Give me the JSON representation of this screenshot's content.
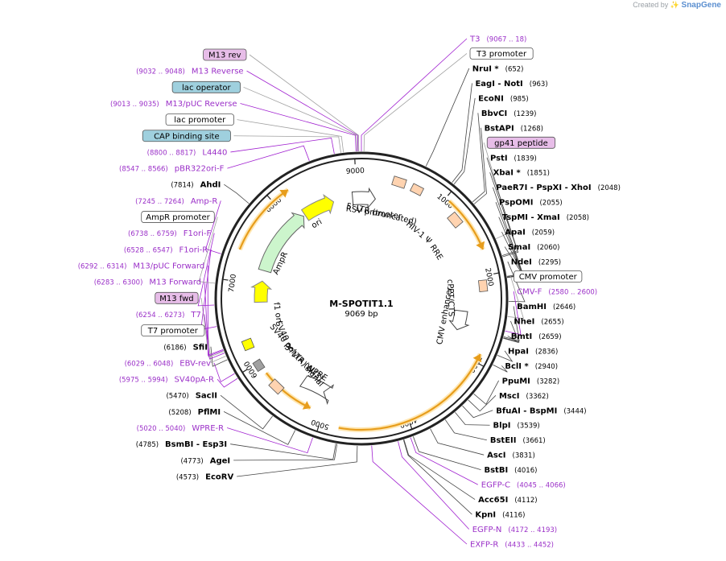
{
  "credit": {
    "prefix": "Created by",
    "brand": "SnapGene",
    "icon": "snapgene-logo-icon"
  },
  "plasmid": {
    "name": "M-SPOTIT1.1",
    "length": "9069 bp"
  },
  "colors": {
    "enzyme": "#000000",
    "primer": "#9b30c8",
    "feature_line": "#a0a0a0",
    "primer_line": "#a020d0",
    "ring": "#222222",
    "arrow_orange": "#e79d1c",
    "arrow_fill": "#ffe7b3",
    "promoter_box": "#ffffff",
    "operator_box": "#9fd0de",
    "sig_box": "#e7bde8"
  },
  "ticks": [
    {
      "label": "1000",
      "deg": 40.0
    },
    {
      "label": "2000",
      "deg": 79.4
    },
    {
      "label": "3000",
      "deg": 119.0
    },
    {
      "label": "4000",
      "deg": 158.8
    },
    {
      "label": "5000",
      "deg": 198.5
    },
    {
      "label": "6000",
      "deg": 238.2
    },
    {
      "label": "7000",
      "deg": 277.9
    },
    {
      "label": "8000",
      "deg": 317.6
    },
    {
      "label": "9000",
      "deg": 357.3
    }
  ],
  "right_labels": [
    {
      "name": "T3",
      "pos": "(9067 .. 18)",
      "kind": "primer",
      "deg": 0.0,
      "order": "name-first"
    },
    {
      "name": "T3 promoter",
      "pos": "",
      "kind": "promoter",
      "deg": 1.0
    },
    {
      "name": "NruI *",
      "pos": "(652)",
      "kind": "enzyme",
      "deg": 26.0
    },
    {
      "name": "EagI  - NotI",
      "pos": "(963)",
      "kind": "enzyme",
      "deg": 38.0
    },
    {
      "name": "EcoNI",
      "pos": "(985)",
      "kind": "enzyme",
      "deg": 39.0
    },
    {
      "name": "BbvCI",
      "pos": "(1239)",
      "kind": "enzyme",
      "deg": 49.0
    },
    {
      "name": "BstAPI",
      "pos": "(1268)",
      "kind": "enzyme",
      "deg": 50.0
    },
    {
      "name": "gp41 peptide",
      "pos": "",
      "kind": "signal",
      "deg": 66.0
    },
    {
      "name": "PstI",
      "pos": "(1839)",
      "kind": "enzyme",
      "deg": 73.0
    },
    {
      "name": "XbaI *",
      "pos": "(1851)",
      "kind": "enzyme",
      "deg": 73.5
    },
    {
      "name": "PaeR7I  - PspXI  - XhoI",
      "pos": "(2048)",
      "kind": "enzyme",
      "deg": 81.3
    },
    {
      "name": "PspOMI",
      "pos": "(2055)",
      "kind": "enzyme",
      "deg": 81.6
    },
    {
      "name": "TspMI  - XmaI",
      "pos": "(2058)",
      "kind": "enzyme",
      "deg": 81.7
    },
    {
      "name": "ApaI",
      "pos": "(2059)",
      "kind": "enzyme",
      "deg": 81.7
    },
    {
      "name": "SmaI",
      "pos": "(2060)",
      "kind": "enzyme",
      "deg": 81.8
    },
    {
      "name": "NdeI",
      "pos": "(2295)",
      "kind": "enzyme",
      "deg": 91.1
    },
    {
      "name": "CMV promoter",
      "pos": "",
      "kind": "promoter",
      "deg": 97.0
    },
    {
      "name": "CMV-F",
      "pos": "(2580 .. 2600)",
      "kind": "primer",
      "deg": 102.7
    },
    {
      "name": "BamHI",
      "pos": "(2646)",
      "kind": "enzyme",
      "deg": 105.0
    },
    {
      "name": "NheI",
      "pos": "(2655)",
      "kind": "enzyme",
      "deg": 105.4
    },
    {
      "name": "BmtI",
      "pos": "(2659)",
      "kind": "enzyme",
      "deg": 105.6
    },
    {
      "name": "HpaI",
      "pos": "(2836)",
      "kind": "enzyme",
      "deg": 112.6
    },
    {
      "name": "BclI *",
      "pos": "(2940)",
      "kind": "enzyme",
      "deg": 116.7
    },
    {
      "name": "PpuMI",
      "pos": "(3282)",
      "kind": "enzyme",
      "deg": 130.3
    },
    {
      "name": "MscI",
      "pos": "(3362)",
      "kind": "enzyme",
      "deg": 133.5
    },
    {
      "name": "BfuAI  - BspMI",
      "pos": "(3444)",
      "kind": "enzyme",
      "deg": 136.7
    },
    {
      "name": "BlpI",
      "pos": "(3539)",
      "kind": "enzyme",
      "deg": 140.5
    },
    {
      "name": "BstEII",
      "pos": "(3661)",
      "kind": "enzyme",
      "deg": 145.3
    },
    {
      "name": "AscI",
      "pos": "(3831)",
      "kind": "enzyme",
      "deg": 152.1
    },
    {
      "name": "BstBI",
      "pos": "(4016)",
      "kind": "enzyme",
      "deg": 159.4
    },
    {
      "name": "EGFP-C",
      "pos": "(4045 .. 4066)",
      "kind": "primer",
      "deg": 160.5
    },
    {
      "name": "Acc65I",
      "pos": "(4112)",
      "kind": "enzyme",
      "deg": 163.2
    },
    {
      "name": "KpnI",
      "pos": "(4116)",
      "kind": "enzyme",
      "deg": 163.4
    },
    {
      "name": "EGFP-N",
      "pos": "(4172 .. 4193)",
      "kind": "primer",
      "deg": 165.6
    },
    {
      "name": "EXFP-R",
      "pos": "(4433 .. 4452)",
      "kind": "primer",
      "deg": 176.0
    }
  ],
  "left_labels": [
    {
      "name": "EcoRV",
      "pos": "(4573)",
      "kind": "enzyme",
      "deg": 181.6
    },
    {
      "name": "AgeI",
      "pos": "(4773)",
      "kind": "enzyme",
      "deg": 189.5
    },
    {
      "name": "BsmBI  - Esp3I",
      "pos": "(4785)",
      "kind": "enzyme",
      "deg": 190.0
    },
    {
      "name": "WPRE-R",
      "pos": "(5020 .. 5040)",
      "kind": "primer",
      "deg": 199.3
    },
    {
      "name": "PflMI",
      "pos": "(5208)",
      "kind": "enzyme",
      "deg": 206.7
    },
    {
      "name": "SacII",
      "pos": "(5470)",
      "kind": "enzyme",
      "deg": 217.1
    },
    {
      "name": "SV40pA-R",
      "pos": "(5975 .. 5994)",
      "kind": "primer",
      "deg": 237.2
    },
    {
      "name": "EBV-rev",
      "pos": "(6029 .. 6048)",
      "kind": "primer",
      "deg": 239.4
    },
    {
      "name": "SfiI",
      "pos": "(6186)",
      "kind": "enzyme",
      "deg": 245.5
    },
    {
      "name": "T7 promoter",
      "pos": "",
      "kind": "promoter",
      "deg": 247.0
    },
    {
      "name": "T7",
      "pos": "(6254 .. 6273)",
      "kind": "primer",
      "deg": 248.3
    },
    {
      "name": "M13 fwd",
      "pos": "",
      "kind": "signal",
      "deg": 249.0
    },
    {
      "name": "M13 Forward",
      "pos": "(6283 .. 6300)",
      "kind": "primer",
      "deg": 249.4
    },
    {
      "name": "M13/pUC Forward",
      "pos": "(6292 .. 6314)",
      "kind": "primer",
      "deg": 249.8
    },
    {
      "name": "F1ori-R",
      "pos": "(6528 .. 6547)",
      "kind": "primer",
      "deg": 259.1
    },
    {
      "name": "F1ori-F",
      "pos": "(6738 .. 6759)",
      "kind": "primer",
      "deg": 267.5
    },
    {
      "name": "AmpR promoter",
      "pos": "",
      "kind": "promoter",
      "deg": 276.0
    },
    {
      "name": "Amp-R",
      "pos": "(7245 .. 7264)",
      "kind": "primer",
      "deg": 287.7
    },
    {
      "name": "AhdI",
      "pos": "(7814)",
      "kind": "enzyme",
      "deg": 310.2
    },
    {
      "name": "pBR322ori-F",
      "pos": "(8547 .. 8566)",
      "kind": "primer",
      "deg": 339.3
    },
    {
      "name": "L4440",
      "pos": "(8800 .. 8817)",
      "kind": "primer",
      "deg": 349.4
    },
    {
      "name": "CAP binding site",
      "pos": "",
      "kind": "operator",
      "deg": 352.0
    },
    {
      "name": "lac promoter",
      "pos": "",
      "kind": "promoter",
      "deg": 353.0
    },
    {
      "name": "M13/pUC Reverse",
      "pos": "(9013 .. 9035)",
      "kind": "primer",
      "deg": 357.9
    },
    {
      "name": "lac operator",
      "pos": "",
      "kind": "operator",
      "deg": 358.3
    },
    {
      "name": "M13 Reverse",
      "pos": "(9032 .. 9048)",
      "kind": "primer",
      "deg": 358.7
    },
    {
      "name": "M13 rev",
      "pos": "",
      "kind": "signal",
      "deg": 359.0
    }
  ],
  "features": [
    {
      "name": "RSV promoter",
      "kind": "promoter-label",
      "deg": 8
    },
    {
      "name": "5' LTR (truncated)",
      "kind": "ltr-label",
      "deg": 13
    },
    {
      "name": "HIV-1 Ψ",
      "kind": "label",
      "deg": 40
    },
    {
      "name": "RRE",
      "kind": "label",
      "deg": 57
    },
    {
      "name": "cPPT/CTS",
      "kind": "label",
      "deg": 88
    },
    {
      "name": "CMV enhancer",
      "kind": "label",
      "deg": 100
    },
    {
      "name": "WPRE",
      "kind": "label",
      "deg": 212
    },
    {
      "name": "3' LTR (ΔU3)",
      "kind": "label",
      "deg": 223
    },
    {
      "name": "SV40 poly(A) signal",
      "kind": "label",
      "deg": 230
    },
    {
      "name": "SV40 ori",
      "kind": "label",
      "deg": 245
    },
    {
      "name": "f1 ori",
      "kind": "label",
      "deg": 262
    },
    {
      "name": "AmpR",
      "kind": "label",
      "deg": 295
    },
    {
      "name": "ori",
      "kind": "label",
      "deg": 330
    }
  ]
}
